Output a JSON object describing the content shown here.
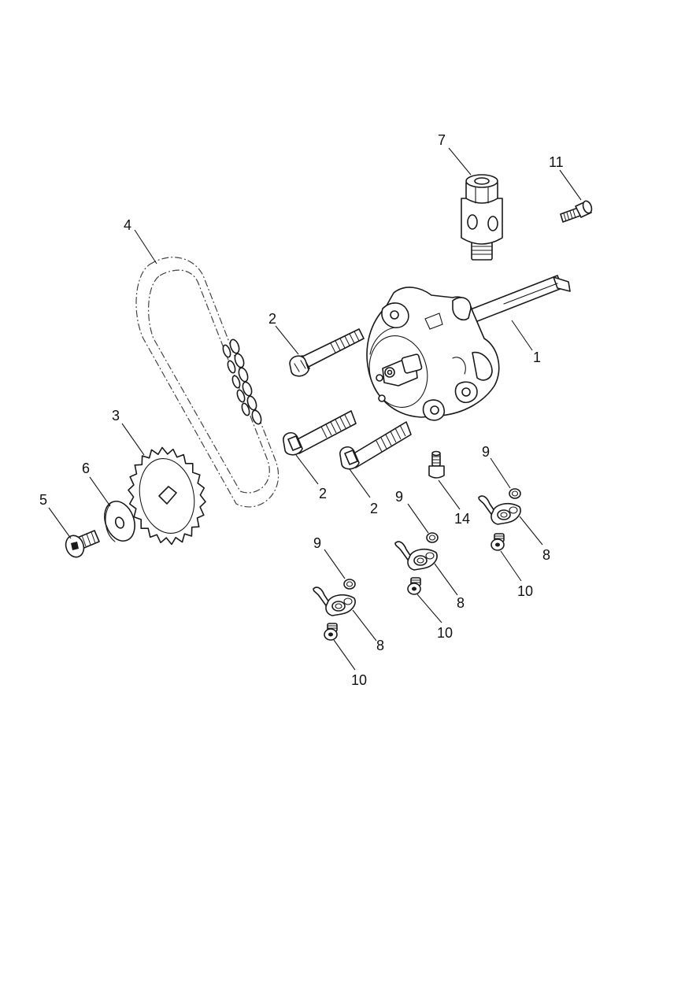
{
  "diagram": {
    "callouts": [
      {
        "id": "c7",
        "label": "7"
      },
      {
        "id": "c11",
        "label": "11"
      },
      {
        "id": "c4",
        "label": "4"
      },
      {
        "id": "c2a",
        "label": "2"
      },
      {
        "id": "c1",
        "label": "1"
      },
      {
        "id": "c3",
        "label": "3"
      },
      {
        "id": "c6",
        "label": "6"
      },
      {
        "id": "c5",
        "label": "5"
      },
      {
        "id": "c2b",
        "label": "2"
      },
      {
        "id": "c2c",
        "label": "2"
      },
      {
        "id": "c14",
        "label": "14"
      },
      {
        "id": "c9a",
        "label": "9"
      },
      {
        "id": "c9b",
        "label": "9"
      },
      {
        "id": "c9c",
        "label": "9"
      },
      {
        "id": "c8a",
        "label": "8"
      },
      {
        "id": "c8b",
        "label": "8"
      },
      {
        "id": "c8c",
        "label": "8"
      },
      {
        "id": "c10a",
        "label": "10"
      },
      {
        "id": "c10b",
        "label": "10"
      },
      {
        "id": "c10c",
        "label": "10"
      }
    ]
  }
}
